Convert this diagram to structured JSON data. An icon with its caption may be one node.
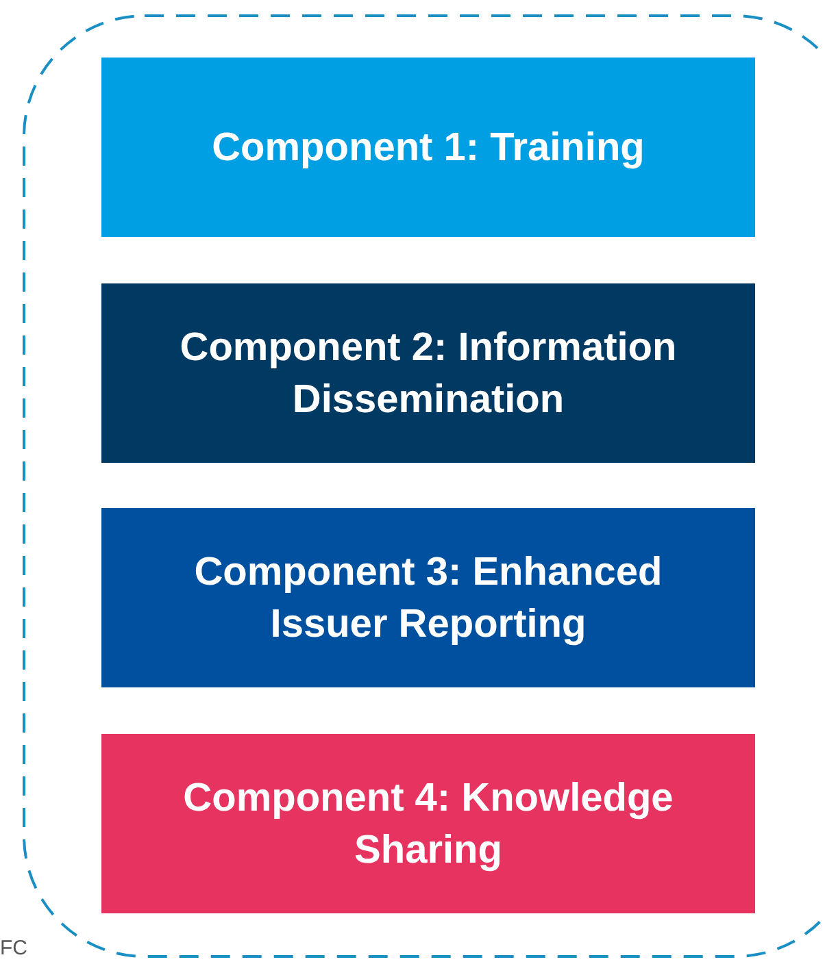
{
  "diagram": {
    "nodes": [
      {
        "text": [],
        "shape": "box"
      },
      {
        "text": [
          "Component 1: Training"
        ],
        "in": 0
      },
      {
        "text": [
          "Component 2: Information Dissemination"
        ],
        "in": 0
      },
      {
        "text": [
          "Component 3: Enhanced Issuer Reporting"
        ],
        "in": 0
      },
      {
        "text": [
          "Component 4: Knowledge Sharing"
        ],
        "in": 0
      }
    ],
    "labels": [
      "FC"
    ]
  }
}
